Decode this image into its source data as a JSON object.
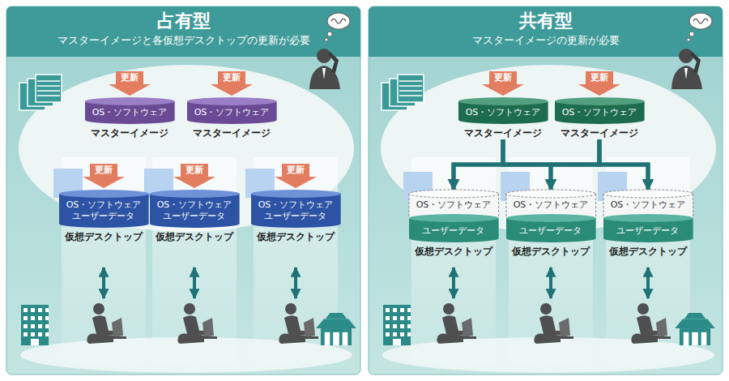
{
  "diagram": {
    "nodes": [
      {
        "text": [
          "占有型",
          "マスターイメージと各仮想デスクトップの更新が必要"
        ]
      },
      {
        "text": [
          "更新"
        ],
        "in": 0
      },
      {
        "text": [
          "OS・ソフトウェア",
          "マスターイメージ"
        ],
        "in": 0
      },
      {
        "text": [
          "更新"
        ],
        "in": 0
      },
      {
        "text": [
          "OS・ソフトウェア",
          "マスターイメージ"
        ],
        "in": 0
      },
      {
        "text": [
          "更新"
        ],
        "in": 0
      },
      {
        "text": [
          "OS・ソフトウェア",
          "ユーザーデータ",
          "仮想デスクトップ"
        ],
        "in": 0
      },
      {
        "text": [
          "更新"
        ],
        "in": 0
      },
      {
        "text": [
          "OS・ソフトウェア",
          "ユーザーデータ",
          "仮想デスクトップ"
        ],
        "in": 0
      },
      {
        "text": [
          "更新"
        ],
        "in": 0
      },
      {
        "text": [
          "OS・ソフトウェア",
          "ユーザーデータ",
          "仮想デスクトップ"
        ],
        "in": 0
      },
      {
        "text": [
          "共有型",
          "マスターイメージの更新が必要"
        ]
      },
      {
        "text": [
          "更新"
        ],
        "in": 11
      },
      {
        "text": [
          "OS・ソフトウェア",
          "マスターイメージ"
        ],
        "in": 11
      },
      {
        "text": [
          "更新"
        ],
        "in": 11
      },
      {
        "text": [
          "OS・ソフトウェア",
          "マスターイメージ"
        ],
        "in": 11
      },
      {
        "text": [
          "OS・ソフトウェア",
          "ユーザーデータ",
          "仮想デスクトップ"
        ],
        "in": 11
      },
      {
        "text": [
          "OS・ソフトウェア",
          "ユーザーデータ",
          "仮想デスクトップ"
        ],
        "in": 11
      },
      {
        "text": [
          "OS・ソフトウェア",
          "ユーザーデータ",
          "仮想デスクトップ"
        ],
        "in": 11
      }
    ],
    "edges": [
      {
        "from": 13,
        "to": 16,
        "arrow": "to"
      },
      {
        "from": 13,
        "to": 17,
        "arrow": "to"
      },
      {
        "from": 13,
        "to": 18,
        "arrow": "to"
      },
      {
        "from": 15,
        "to": 16,
        "arrow": "to"
      },
      {
        "from": 15,
        "to": 17,
        "arrow": "to"
      },
      {
        "from": 15,
        "to": 18,
        "arrow": "to"
      }
    ]
  }
}
